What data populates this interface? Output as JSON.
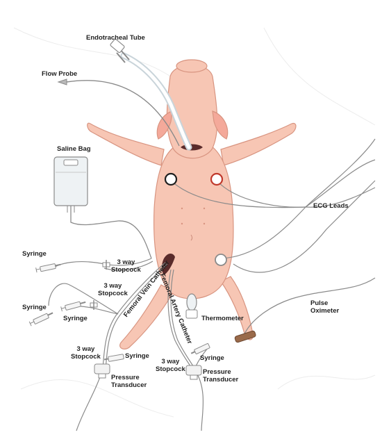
{
  "labels": {
    "endotracheal_tube": "Endotracheal Tube",
    "flow_probe": "Flow Probe",
    "saline_bag": "Saline Bag",
    "ecg_leads": "ECG Leads",
    "syringe_1": "Syringe",
    "syringe_2": "Syringe",
    "syringe_3": "Syringe",
    "syringe_4": "Syringe",
    "syringe_5": "Syringe",
    "stopcock_upper_line1": "3 way",
    "stopcock_upper_line2": "Stopcock",
    "stopcock_middle_line1": "3 way",
    "stopcock_middle_line2": "Stopcock",
    "stopcock_lower_left_line1": "3 way",
    "stopcock_lower_left_line2": "Stopcock",
    "stopcock_lower_right_line1": "3 way",
    "stopcock_lower_right_line2": "Stopcock",
    "femoral_vein_catheter": "Femoral Vein Catheter",
    "femoral_artery_catheter": "Femoral Artery Catheter",
    "thermometer": "Thermometer",
    "pulse_oximeter_line1": "Pulse",
    "pulse_oximeter_line2": "Oximeter",
    "pressure_transducer_left_line1": "Pressure",
    "pressure_transducer_left_line2": "Transducer",
    "pressure_transducer_right_line1": "Pressure",
    "pressure_transducer_right_line2": "Transducer"
  },
  "colors": {
    "skin": "#f7c6b4",
    "skin_outline": "#d89480",
    "cable": "#8a8a8a",
    "ecg_red": "#c0392b",
    "wound": "#5a2b2b",
    "strap": "#9a6a4a"
  }
}
